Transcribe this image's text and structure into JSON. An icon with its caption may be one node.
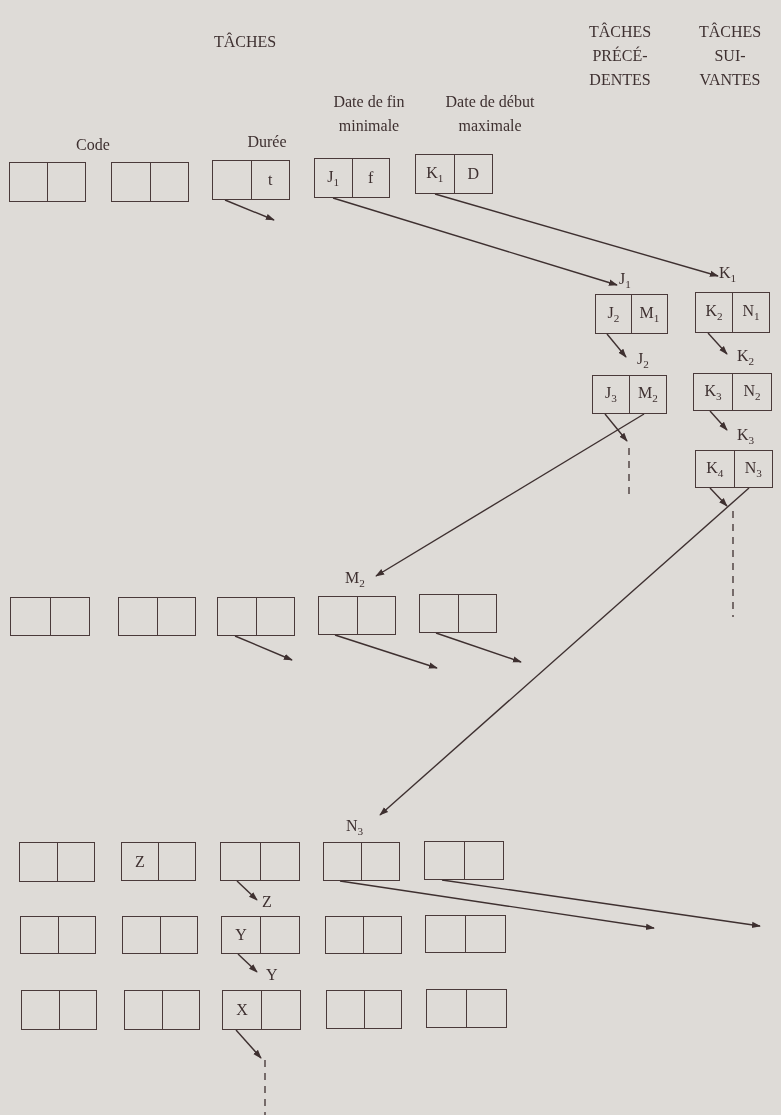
{
  "diagram": {
    "nodes": [
      {
        "text": [],
        "shape": "box"
      },
      {
        "text": [],
        "shape": "box"
      },
      {
        "text": [
          "t"
        ]
      },
      {
        "text": [
          "J$_{1}$",
          "f"
        ]
      },
      {
        "text": [
          "K$_{1}$",
          "D"
        ]
      },
      {
        "text": [
          "J$_{2}$",
          "M$_{1}$"
        ],
        "beside": [
          "J$_{1}$"
        ]
      },
      {
        "text": [
          "K$_{2}$",
          "N$_{1}$"
        ],
        "beside": [
          "K$_{1}$"
        ]
      },
      {
        "text": [
          "J$_{3}$",
          "M$_{2}$"
        ],
        "beside": [
          "J$_{2}$"
        ]
      },
      {
        "text": [
          "K$_{3}$",
          "N$_{2}$"
        ],
        "beside": [
          "K$_{2}$"
        ]
      },
      {
        "text": [
          "K$_{4}$",
          "N$_{3}$"
        ],
        "beside": [
          "K$_{3}$"
        ]
      },
      {
        "text": [],
        "shape": "box"
      },
      {
        "text": [],
        "shape": "box"
      },
      {
        "text": [],
        "shape": "box"
      },
      {
        "text": [],
        "shape": "box",
        "beside": [
          "M$_{2}$"
        ]
      },
      {
        "text": [],
        "shape": "box"
      },
      {
        "text": [],
        "shape": "box"
      },
      {
        "text": [
          "Z"
        ]
      },
      {
        "text": [],
        "shape": "box"
      },
      {
        "text": [],
        "shape": "box",
        "beside": [
          "N$_{3}$"
        ]
      },
      {
        "text": [],
        "shape": "box"
      },
      {
        "text": [],
        "shape": "box"
      },
      {
        "text": [],
        "shape": "box"
      },
      {
        "text": [
          "Y"
        ],
        "beside": [
          "Z"
        ]
      },
      {
        "text": [],
        "shape": "box"
      },
      {
        "text": [],
        "shape": "box"
      },
      {
        "text": [],
        "shape": "box"
      },
      {
        "text": [],
        "shape": "box"
      },
      {
        "text": [
          "X"
        ],
        "beside": [
          "Y"
        ]
      },
      {
        "text": [],
        "shape": "box"
      },
      {
        "text": [],
        "shape": "box"
      }
    ],
    "edges": [
      {
        "from": 2,
        "to": null,
        "arrow": "to"
      },
      {
        "from": 3,
        "to": 5,
        "arrow": "to"
      },
      {
        "from": 4,
        "to": 6,
        "arrow": "to"
      },
      {
        "from": 5,
        "to": 7,
        "arrow": "to"
      },
      {
        "from": 6,
        "to": 8,
        "arrow": "to"
      },
      {
        "from": 7,
        "to": null,
        "arrow": "to"
      },
      {
        "from": 7,
        "to": 13,
        "arrow": "to"
      },
      {
        "from": 8,
        "to": 9,
        "arrow": "to"
      },
      {
        "from": 9,
        "to": null,
        "arrow": "to"
      },
      {
        "from": 9,
        "to": 18,
        "arrow": "to"
      },
      {
        "from": 12,
        "to": null,
        "arrow": "to"
      },
      {
        "from": 13,
        "to": null,
        "arrow": "to"
      },
      {
        "from": 14,
        "to": null,
        "arrow": "to"
      },
      {
        "from": 17,
        "to": 22,
        "arrow": "to"
      },
      {
        "from": 18,
        "to": null,
        "arrow": "to"
      },
      {
        "from": 19,
        "to": null,
        "arrow": "to"
      },
      {
        "from": 22,
        "to": 27,
        "arrow": "to"
      },
      {
        "from": 27,
        "to": null,
        "arrow": "to"
      }
    ],
    "labels": [
      "TÂCHES",
      "TÂCHES PRÉCÉ- DENTES",
      "TÂCHES SUI- VANTES",
      "Date de fin minimale",
      "Date de début maximale",
      "Code",
      "Durée"
    ]
  }
}
